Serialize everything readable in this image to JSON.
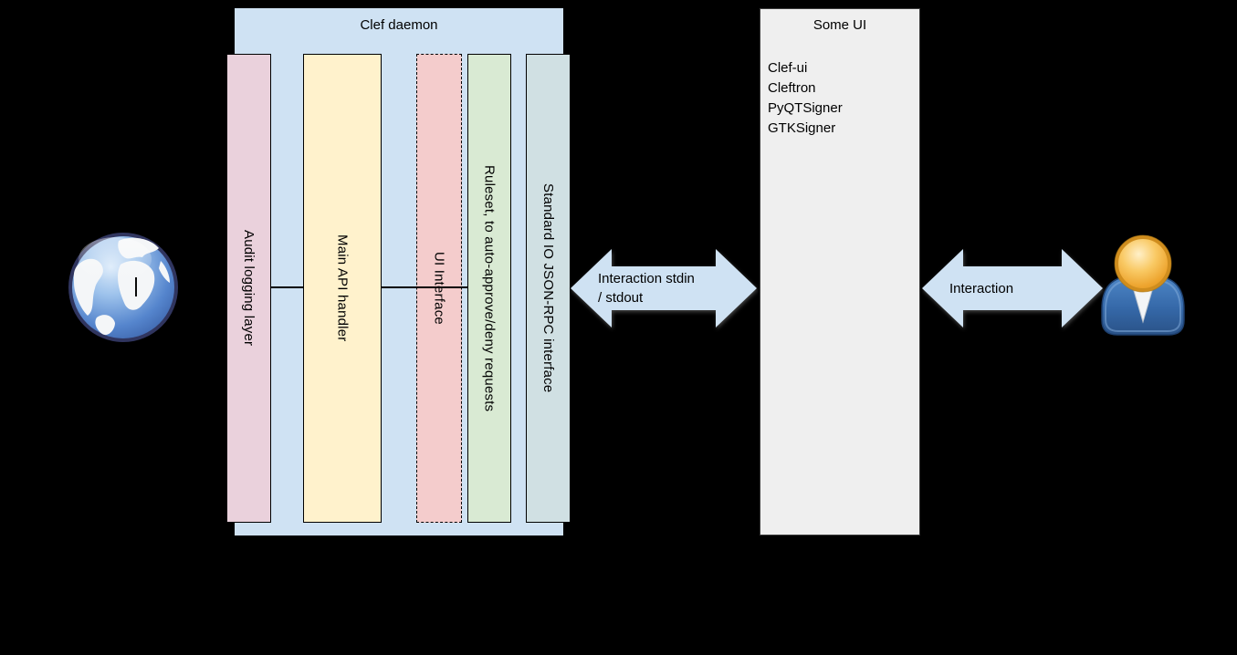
{
  "background_color": "#000000",
  "daemon": {
    "title": "Clef daemon",
    "box_color": "#cfe2f3",
    "columns": [
      {
        "label": "Audit logging layer",
        "color": "#ead1dc",
        "border_style": "solid"
      },
      {
        "label": "Main API handler",
        "color": "#fff2cc",
        "border_style": "solid"
      },
      {
        "label": "UI Interface",
        "color": "#f4cccc",
        "border_style": "dashed"
      },
      {
        "label": "Ruleset, to auto-approve/deny requests",
        "color": "#d9ead3",
        "border_style": "solid"
      },
      {
        "label": "Standard IO JSON-RPC interface",
        "color": "#d0e0e3",
        "border_style": "solid"
      }
    ]
  },
  "some_ui": {
    "title": "Some UI",
    "box_color": "#efefef",
    "items": [
      "Clef-ui",
      "Cleftron",
      "PyQTSigner",
      "GTKSigner"
    ]
  },
  "arrow_left": {
    "color": "#cfe2f3",
    "line1": "Interaction stdin",
    "line2": "/ stdout"
  },
  "arrow_right": {
    "color": "#cfe2f3",
    "label": "Interaction"
  },
  "icons": {
    "globe": "world-globe",
    "user": "person"
  }
}
